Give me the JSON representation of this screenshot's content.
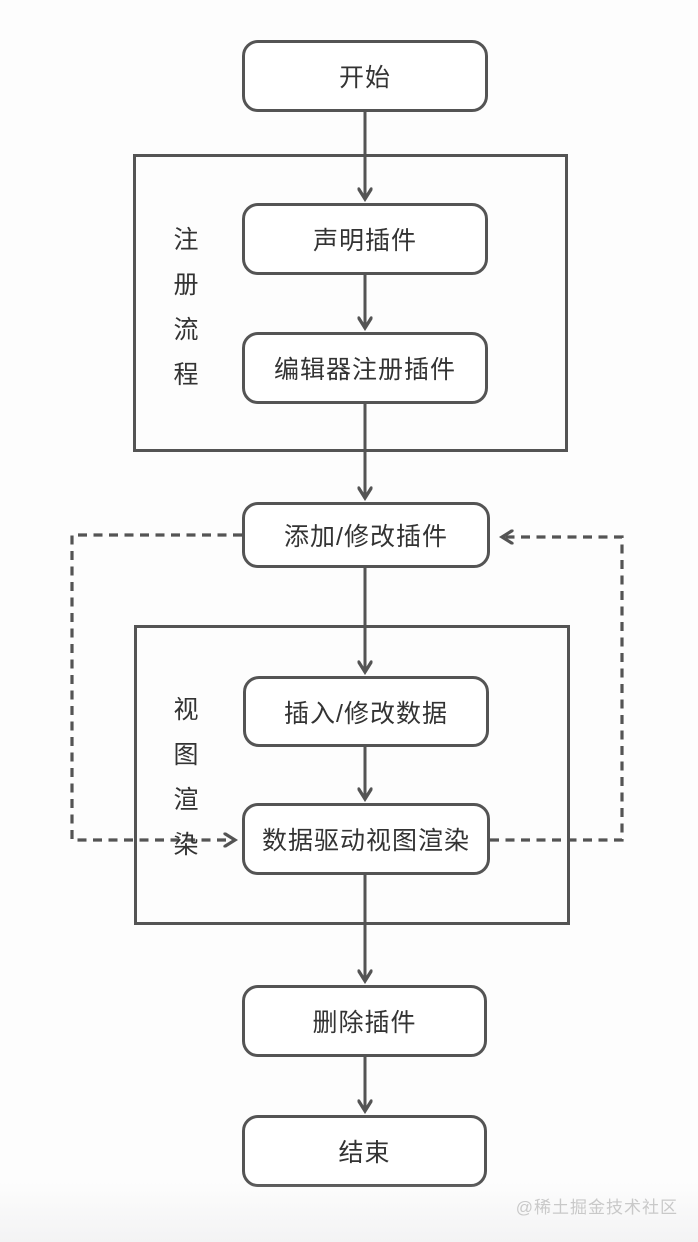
{
  "flow": {
    "nodes": {
      "start": "开始",
      "declare_plugin": "声明插件",
      "register_plugin": "编辑器注册插件",
      "add_modify_plugin": "添加/修改插件",
      "insert_modify_data": "插入/修改数据",
      "data_driven_render": "数据驱动视图渲染",
      "delete_plugin": "删除插件",
      "end": "结束"
    },
    "groups": [
      {
        "id": "registration",
        "label": "注册流程",
        "members": [
          "declare_plugin",
          "register_plugin"
        ]
      },
      {
        "id": "view_render",
        "label": "视图渲染",
        "members": [
          "insert_modify_data",
          "data_driven_render"
        ]
      }
    ],
    "edges": [
      {
        "from": "start",
        "to": "declare_plugin",
        "style": "solid"
      },
      {
        "from": "declare_plugin",
        "to": "register_plugin",
        "style": "solid"
      },
      {
        "from": "register_plugin",
        "to": "add_modify_plugin",
        "style": "solid"
      },
      {
        "from": "add_modify_plugin",
        "to": "insert_modify_data",
        "style": "solid"
      },
      {
        "from": "insert_modify_data",
        "to": "data_driven_render",
        "style": "solid"
      },
      {
        "from": "data_driven_render",
        "to": "delete_plugin",
        "style": "solid"
      },
      {
        "from": "delete_plugin",
        "to": "end",
        "style": "solid"
      },
      {
        "from": "add_modify_plugin",
        "to": "data_driven_render",
        "style": "dashed",
        "route": "left"
      },
      {
        "from": "data_driven_render",
        "to": "add_modify_plugin",
        "style": "dashed",
        "route": "right"
      }
    ],
    "colors": {
      "stroke": "#545454",
      "text": "#333333",
      "node_fill": "#ffffff",
      "background": "#fdfdfd",
      "watermark": "#c9c9c9"
    },
    "watermark": "@稀土掘金技术社区"
  }
}
